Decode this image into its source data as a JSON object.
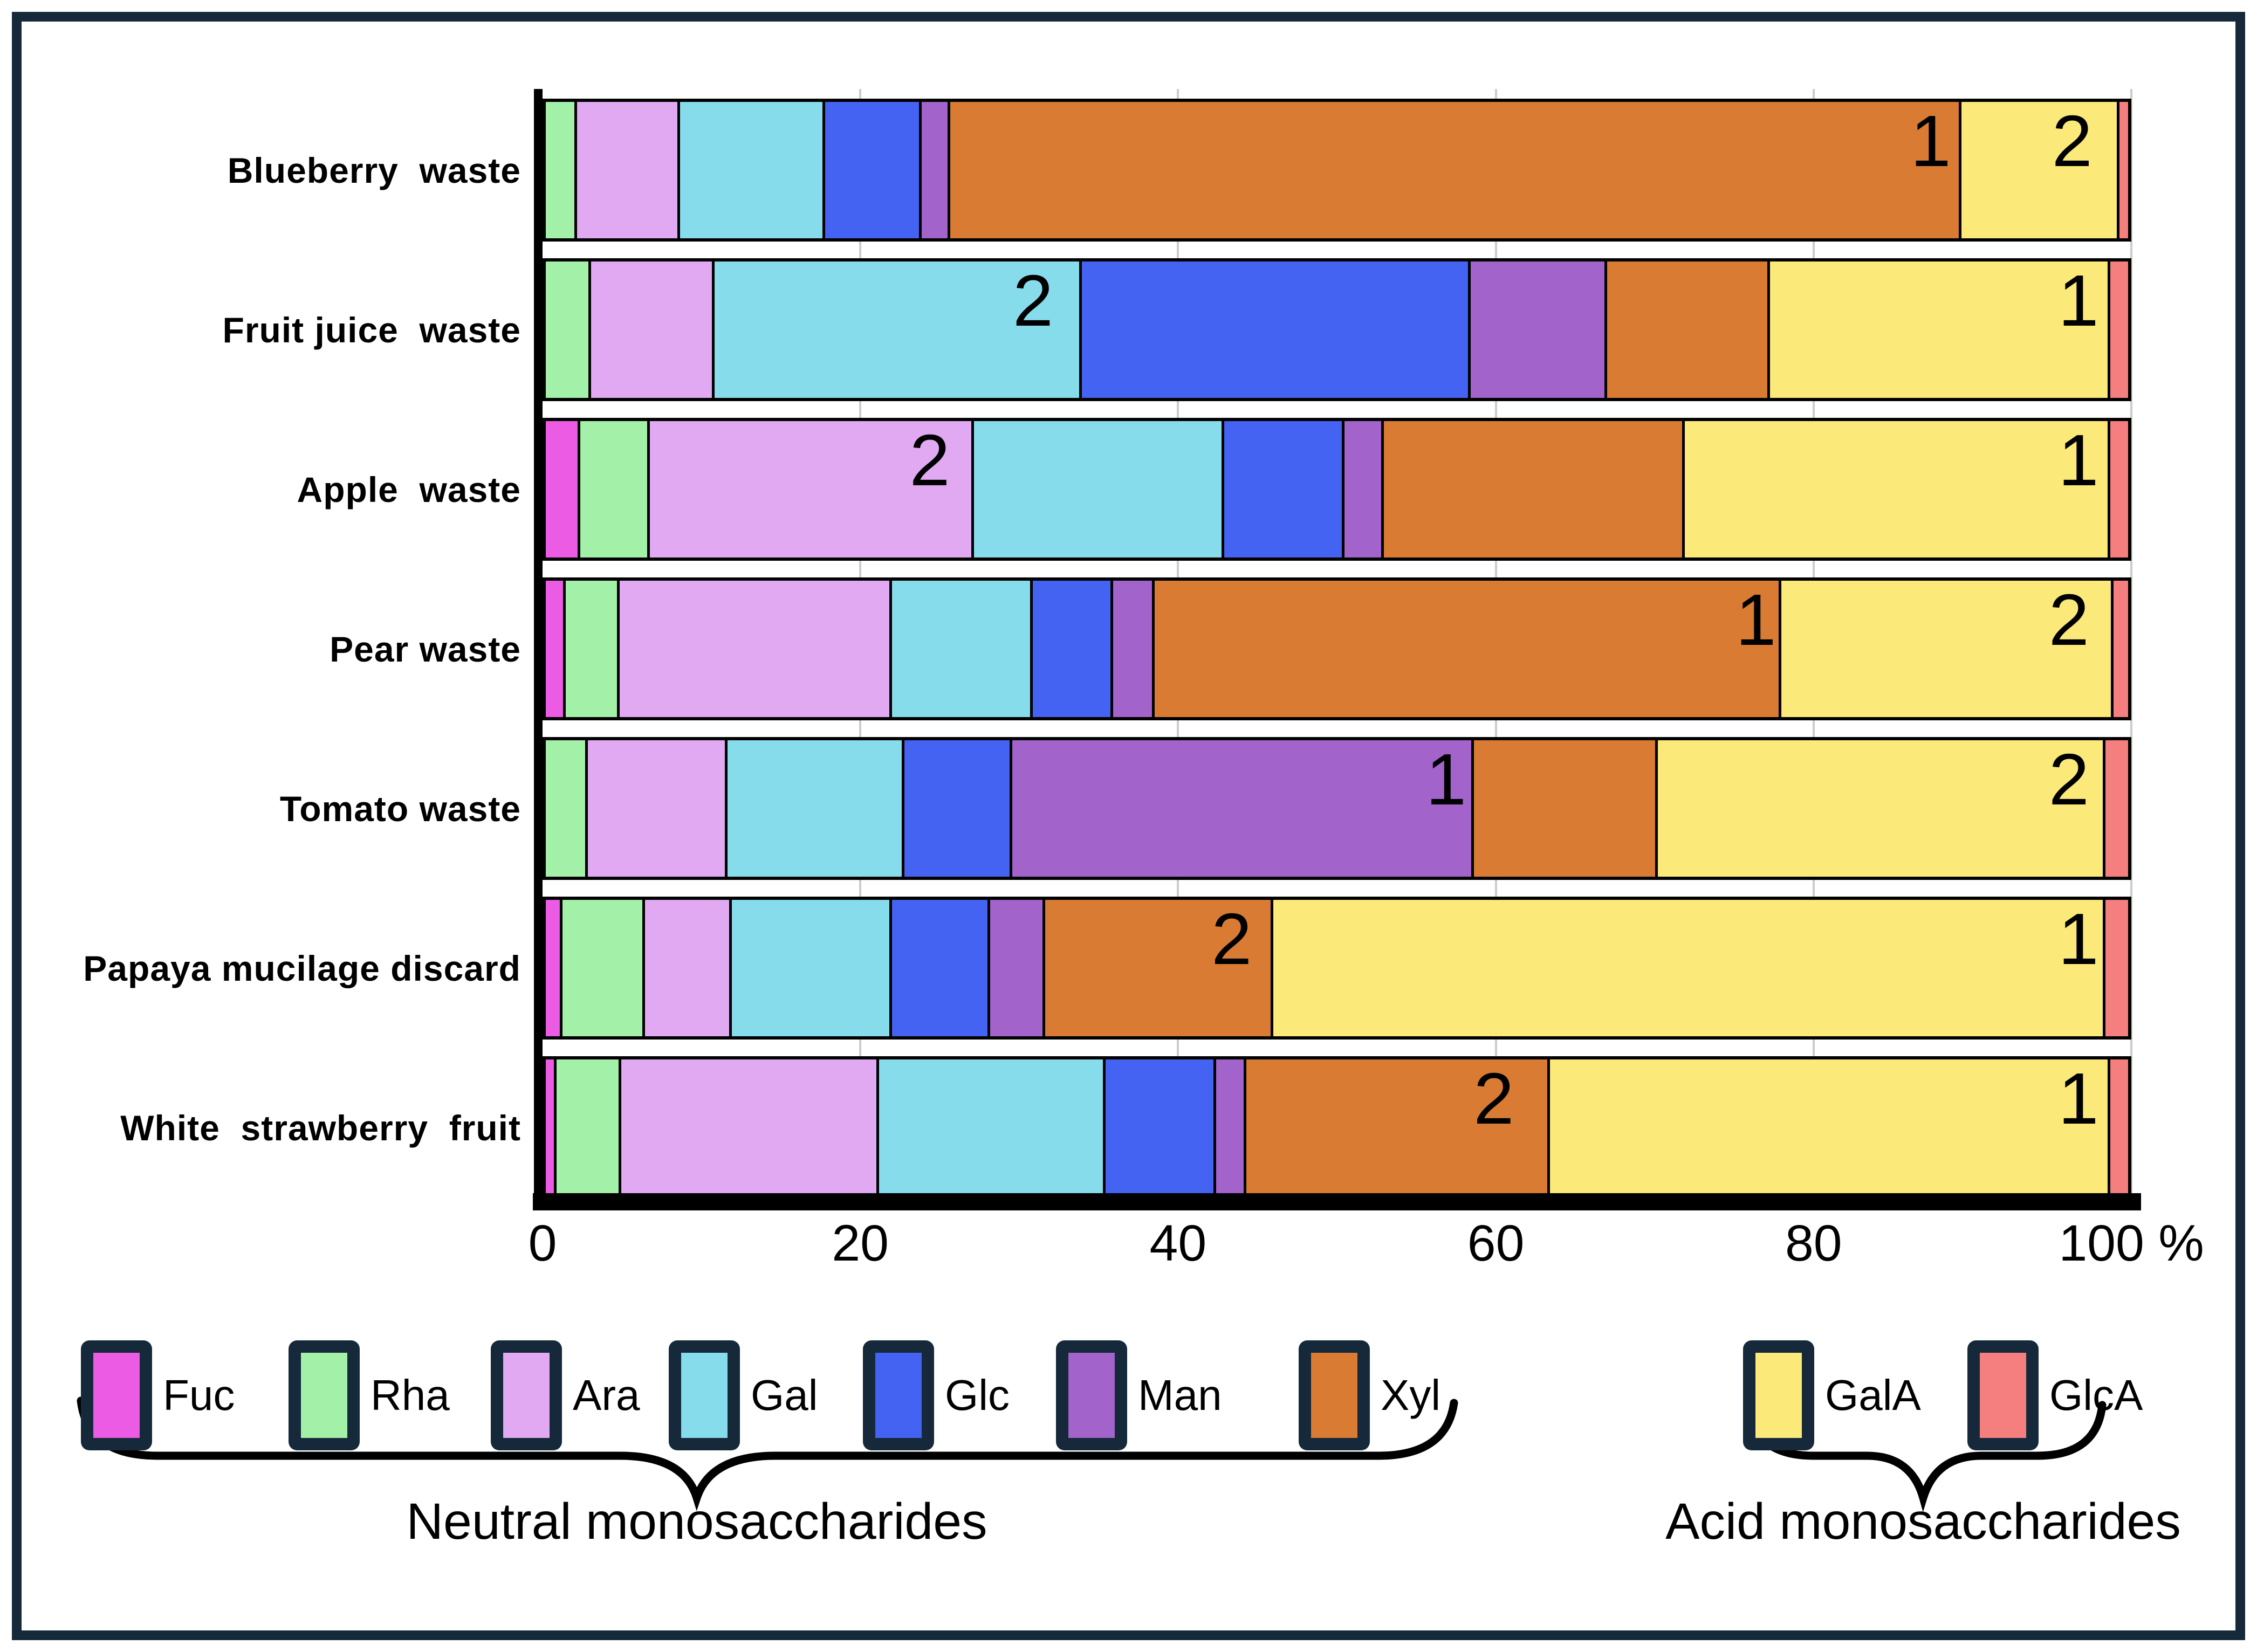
{
  "chart_data": {
    "type": "bar",
    "orientation": "horizontal",
    "stacked": true,
    "unit": "%",
    "xlim": [
      0,
      100
    ],
    "grid": true,
    "x_ticks": [
      {
        "value": 0,
        "label": "0"
      },
      {
        "value": 20,
        "label": "20"
      },
      {
        "value": 40,
        "label": "40"
      },
      {
        "value": 60,
        "label": "60"
      },
      {
        "value": 80,
        "label": "80"
      },
      {
        "value": 100,
        "label": "100 %"
      }
    ],
    "series_keys": [
      "Fuc",
      "Rha",
      "Ara",
      "Gal",
      "Glc",
      "Man",
      "Xyl",
      "GalA",
      "GlcA"
    ],
    "colors": {
      "Fuc": "#EC5BE3",
      "Rha": "#A3F1A8",
      "Ara": "#E1A9F2",
      "Gal": "#87DCEC",
      "Glc": "#4463F3",
      "Man": "#A263CB",
      "Xyl": "#D97B33",
      "GalA": "#FBE97A",
      "GlcA": "#F57E7E",
      "frame": "#15293B",
      "gridline": "#CCCCCC",
      "bar_border": "#000000"
    },
    "rows": [
      {
        "label": "Blueberry  waste",
        "values": {
          "Fuc": 0,
          "Rha": 1.8,
          "Ara": 6.5,
          "Gal": 9.2,
          "Glc": 6.1,
          "Man": 1.8,
          "Xyl": 63.9,
          "GalA": 10.0,
          "GlcA": 0.7
        },
        "annotations": [
          {
            "text": "1",
            "x": 87.5
          },
          {
            "text": "2",
            "x": 96.4
          }
        ]
      },
      {
        "label": "Fruit juice  waste",
        "values": {
          "Fuc": 0,
          "Rha": 2.7,
          "Ara": 7.8,
          "Gal": 23.2,
          "Glc": 24.6,
          "Man": 8.6,
          "Xyl": 10.3,
          "GalA": 21.5,
          "GlcA": 1.3
        },
        "annotations": [
          {
            "text": "2",
            "x": 31.0
          },
          {
            "text": "1",
            "x": 96.8
          }
        ]
      },
      {
        "label": "Apple  waste",
        "values": {
          "Fuc": 2.0,
          "Rha": 4.4,
          "Ara": 20.5,
          "Gal": 15.8,
          "Glc": 7.6,
          "Man": 2.5,
          "Xyl": 19.0,
          "GalA": 26.9,
          "GlcA": 1.3
        },
        "annotations": [
          {
            "text": "2",
            "x": 24.5
          },
          {
            "text": "1",
            "x": 96.8
          }
        ]
      },
      {
        "label": "Pear waste",
        "values": {
          "Fuc": 1.1,
          "Rha": 3.4,
          "Ara": 17.2,
          "Gal": 8.9,
          "Glc": 5.1,
          "Man": 2.6,
          "Xyl": 39.6,
          "GalA": 21.0,
          "GlcA": 1.1
        },
        "annotations": [
          {
            "text": "1",
            "x": 76.5
          },
          {
            "text": "2",
            "x": 96.2
          }
        ]
      },
      {
        "label": "Tomato waste",
        "values": {
          "Fuc": 0,
          "Rha": 2.5,
          "Ara": 8.8,
          "Gal": 11.2,
          "Glc": 6.8,
          "Man": 29.2,
          "Xyl": 11.6,
          "GalA": 28.3,
          "GlcA": 1.6
        },
        "annotations": [
          {
            "text": "1",
            "x": 57.0
          },
          {
            "text": "2",
            "x": 96.2
          }
        ]
      },
      {
        "label": "Papaya mucilage discard",
        "values": {
          "Fuc": 0.9,
          "Rha": 5.2,
          "Ara": 5.5,
          "Gal": 10.1,
          "Glc": 6.2,
          "Man": 3.5,
          "Xyl": 14.4,
          "GalA": 52.6,
          "GlcA": 1.6
        },
        "annotations": [
          {
            "text": "2",
            "x": 43.5
          },
          {
            "text": "1",
            "x": 96.8
          }
        ]
      },
      {
        "label": "White  strawberry  fruit",
        "values": {
          "Fuc": 0.5,
          "Rha": 4.1,
          "Ara": 16.3,
          "Gal": 14.3,
          "Glc": 7.0,
          "Man": 1.9,
          "Xyl": 19.2,
          "GalA": 35.4,
          "GlcA": 1.3
        },
        "annotations": [
          {
            "text": "2",
            "x": 60.0
          },
          {
            "text": "1",
            "x": 96.8
          }
        ]
      }
    ],
    "legend": {
      "neutral": {
        "caption": "Neutral monosaccharides",
        "items": [
          "Fuc",
          "Rha",
          "Ara",
          "Gal",
          "Glc",
          "Man",
          "Xyl"
        ]
      },
      "acid": {
        "caption": "Acid monosaccharides",
        "items": [
          "GalA",
          "GlcA"
        ]
      }
    }
  }
}
